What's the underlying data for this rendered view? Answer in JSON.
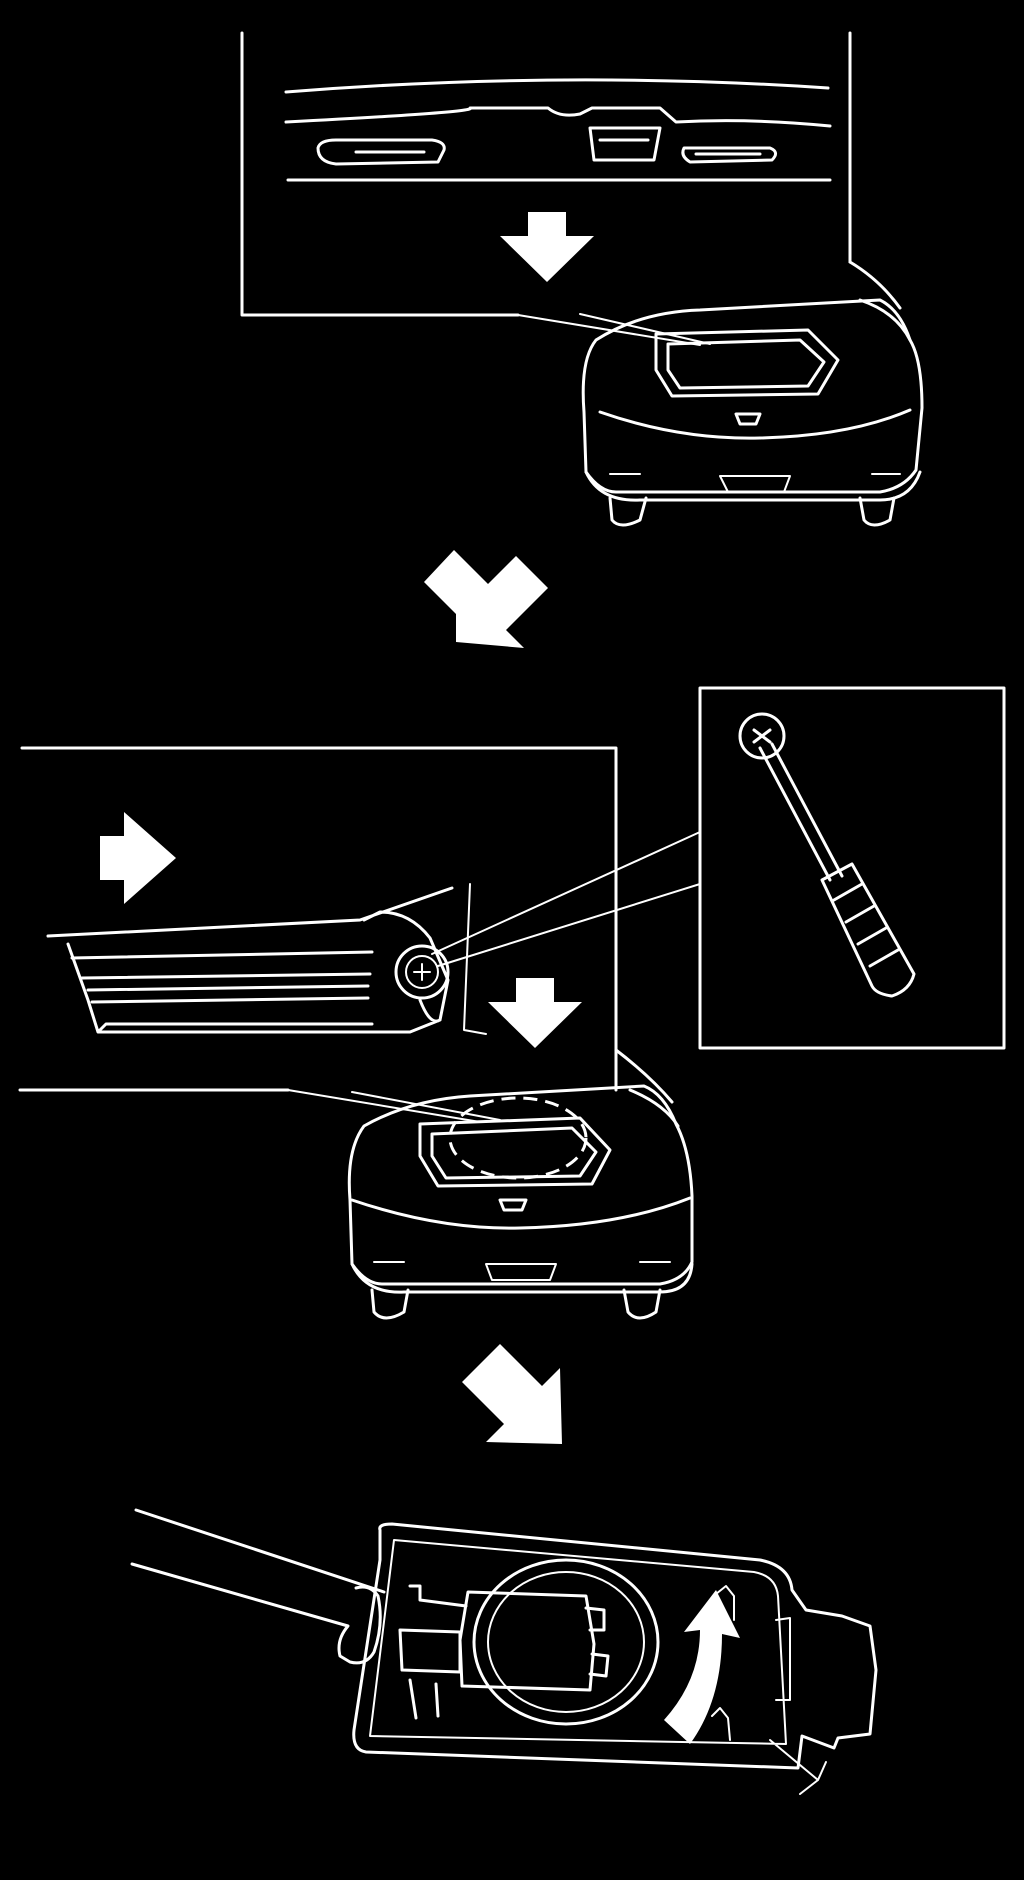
{
  "figure": {
    "background_color": "#000000",
    "line_color": "#ffffff",
    "steps": [
      {
        "id": "step-1",
        "description_icon": "lamp-lens-removal"
      },
      {
        "id": "step-2",
        "description_icon": "lamp-screw-removal"
      },
      {
        "id": "step-3",
        "description_icon": "bulb-socket-twist"
      }
    ],
    "icons": [
      "arrow-down-icon",
      "arrow-down-left-icon",
      "arrow-right-icon",
      "arrow-down-right-icon",
      "screwdriver-icon",
      "rotate-arrow-icon"
    ]
  }
}
